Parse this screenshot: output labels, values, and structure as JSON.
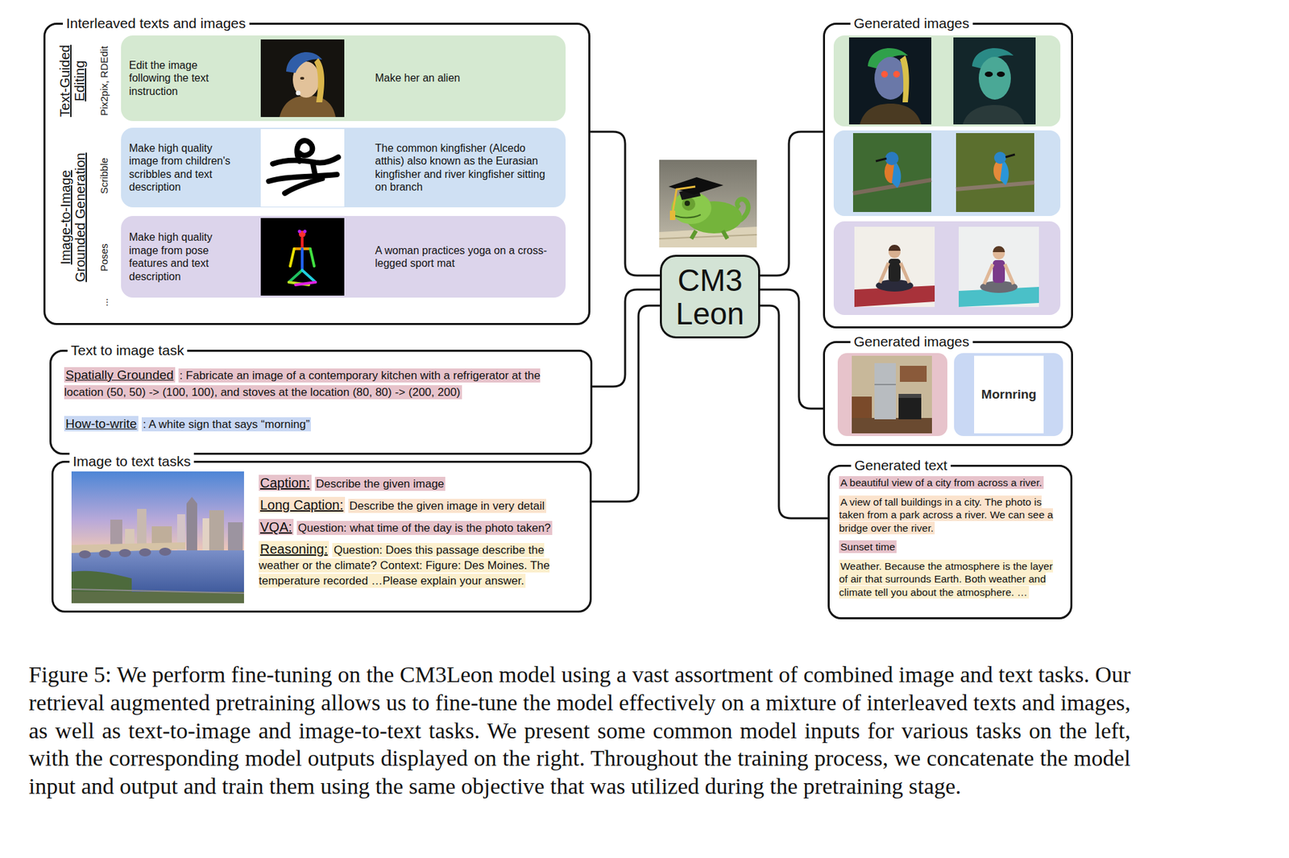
{
  "diagram": {
    "caption": "Figure 5: We perform fine-tuning on the CM3Leon model using a vast assortment of combined image and text tasks. Our retrieval augmented pretraining allows us to fine-tune the model effectively on a mixture of interleaved texts and images, as well as text-to-image and image-to-text tasks. We present some common model inputs for various tasks on the left, with the corresponding model outputs displayed on the right. Throughout the training process, we concatenate the model input and output and train them using the same objective that was utilized during the pretraining stage.",
    "nodes": [
      {
        "text": [
          "Interleaved texts and images"
        ]
      },
      {
        "text": [
          "Edit the image following the text instruction",
          "Make her an alien"
        ],
        "in": 0
      },
      {
        "text": [
          "Make high quality image from children's scribbles and text description",
          "The common kingfisher (Alcedo atthis) also known as the Eurasian kingfisher and river kingfisher sitting on branch"
        ],
        "in": 0
      },
      {
        "text": [
          "Make high quality image from pose features and text description",
          "A woman practices yoga on a cross-legged sport mat"
        ],
        "in": 0
      },
      {
        "text": [
          "Text to image task",
          "Spatially Grounded",
          ": Fabricate an image of a contemporary kitchen with a refrigerator at the location (50, 50) -> (100, 100), and stoves at the location (80, 80) -> (200, 200)",
          "How-to-write",
          ": A white sign that says “morning”"
        ]
      },
      {
        "text": [
          "Image to text tasks",
          "Caption:",
          "Describe the given image",
          "Long Caption:",
          "Describe the given image in very detail",
          "VQA:",
          "Question: what time of the day is the photo taken?",
          "Reasoning:",
          "Question: Does this passage describe the weather or the climate? Context: Figure: Des Moines. The temperature recorded …Please explain your answer."
        ]
      },
      {
        "text": [
          "CM3 Leon"
        ]
      },
      {
        "text": [
          "Generated images"
        ]
      },
      {
        "text": [
          "Generated images"
        ]
      },
      {
        "text": [
          "Generated text",
          "A beautiful view of a city from across a river.",
          "A view of tall buildings in a city. The photo is taken from a park across a river. We can see a bridge over the river.",
          "Sunset time",
          "Weather. Because the atmosphere is the layer of air that surrounds Earth. Both weather and climate tell you about the atmosphere. …"
        ]
      }
    ],
    "edges": [
      {
        "from": 0,
        "to": 6,
        "arrow": "none"
      },
      {
        "from": 4,
        "to": 6,
        "arrow": "none"
      },
      {
        "from": 5,
        "to": 6,
        "arrow": "none"
      },
      {
        "from": 6,
        "to": 7,
        "arrow": "none"
      },
      {
        "from": 6,
        "to": 8,
        "arrow": "none"
      },
      {
        "from": 6,
        "to": 9,
        "arrow": "none"
      }
    ],
    "labels": [
      "Text-Guided Editing",
      "Pix2pix, RDEdit",
      "Image-to-Image Grounded Generation",
      "Scribble",
      "Poses",
      "...",
      "Mornring"
    ]
  }
}
